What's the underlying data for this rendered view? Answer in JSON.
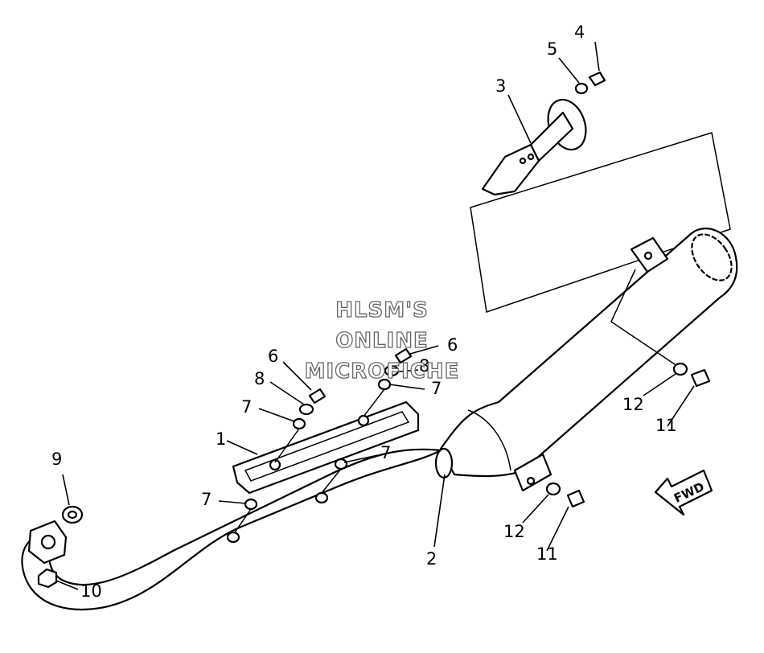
{
  "watermark": {
    "line1": "HLSM'S",
    "line2": "ONLINE",
    "line3": "MICROFICHE"
  },
  "direction_arrow": {
    "text": "FWD"
  },
  "callouts": {
    "c1": "1",
    "c2": "2",
    "c3": "3",
    "c4": "4",
    "c5": "5",
    "c6a": "6",
    "c6b": "6",
    "c7a": "7",
    "c7b": "7",
    "c7c": "7",
    "c7d": "7",
    "c8a": "8",
    "c8b": "8",
    "c9": "9",
    "c10": "10",
    "c11a": "11",
    "c11b": "11",
    "c12a": "12",
    "c12b": "12"
  }
}
